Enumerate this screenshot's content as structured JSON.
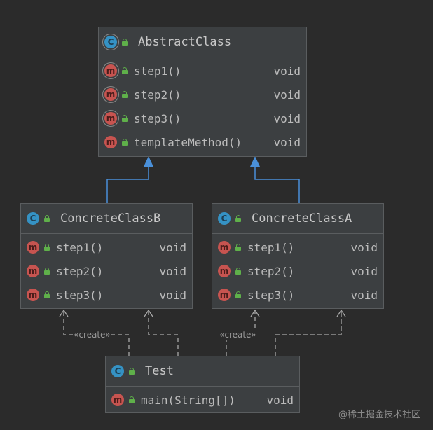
{
  "classes": {
    "abstract_class": {
      "name": "AbstractClass",
      "members": [
        {
          "name": "step1()",
          "type": "void"
        },
        {
          "name": "step2()",
          "type": "void"
        },
        {
          "name": "step3()",
          "type": "void"
        },
        {
          "name": "templateMethod()",
          "type": "void"
        }
      ]
    },
    "concrete_class_b": {
      "name": "ConcreteClassB",
      "members": [
        {
          "name": "step1()",
          "type": "void"
        },
        {
          "name": "step2()",
          "type": "void"
        },
        {
          "name": "step3()",
          "type": "void"
        }
      ]
    },
    "concrete_class_a": {
      "name": "ConcreteClassA",
      "members": [
        {
          "name": "step1()",
          "type": "void"
        },
        {
          "name": "step2()",
          "type": "void"
        },
        {
          "name": "step3()",
          "type": "void"
        }
      ]
    },
    "test": {
      "name": "Test",
      "members": [
        {
          "name": "main(String[])",
          "type": "void"
        }
      ]
    }
  },
  "relations": {
    "create_label_left": "«create»",
    "create_label_right": "«create»"
  },
  "icons": {
    "class": "class-icon",
    "method": "method-icon",
    "visibility": "public-lock-icon"
  },
  "colors": {
    "background": "#2b2b2b",
    "box": "#3c3f41",
    "inheritance_arrow": "#4a90d9",
    "dependency_line": "#a9a9a9",
    "class_badge": "#3592c4",
    "method_badge": "#c75450",
    "visibility": "#5fb04a"
  },
  "watermark": "@稀土掘金技术社区"
}
